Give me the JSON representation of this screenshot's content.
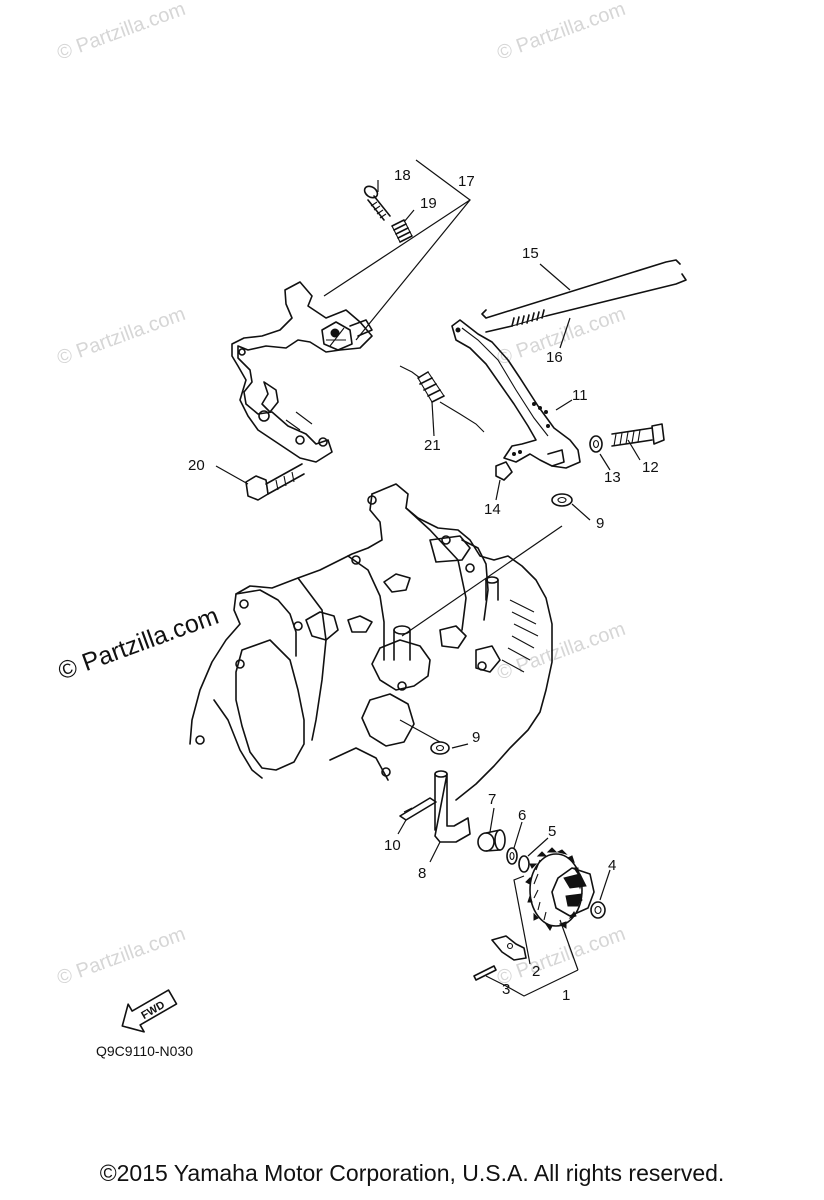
{
  "watermark": {
    "text": "© Partzilla.com",
    "prominent_text": "© Partzilla.com"
  },
  "callouts": {
    "p1": "1",
    "p2": "2",
    "p3": "3",
    "p4": "4",
    "p5": "5",
    "p6": "6",
    "p7": "7",
    "p8": "8",
    "p9a": "9",
    "p9b": "9",
    "p10": "10",
    "p11": "11",
    "p12": "12",
    "p13": "13",
    "p14": "14",
    "p15": "15",
    "p16": "16",
    "p17": "17",
    "p18": "18",
    "p19": "19",
    "p20": "20",
    "p21": "21"
  },
  "fwd_label": "FWD",
  "diagram_code": "Q9C9110-N030",
  "copyright": "©2015  Yamaha Motor Corporation, U.S.A. All rights reserved."
}
